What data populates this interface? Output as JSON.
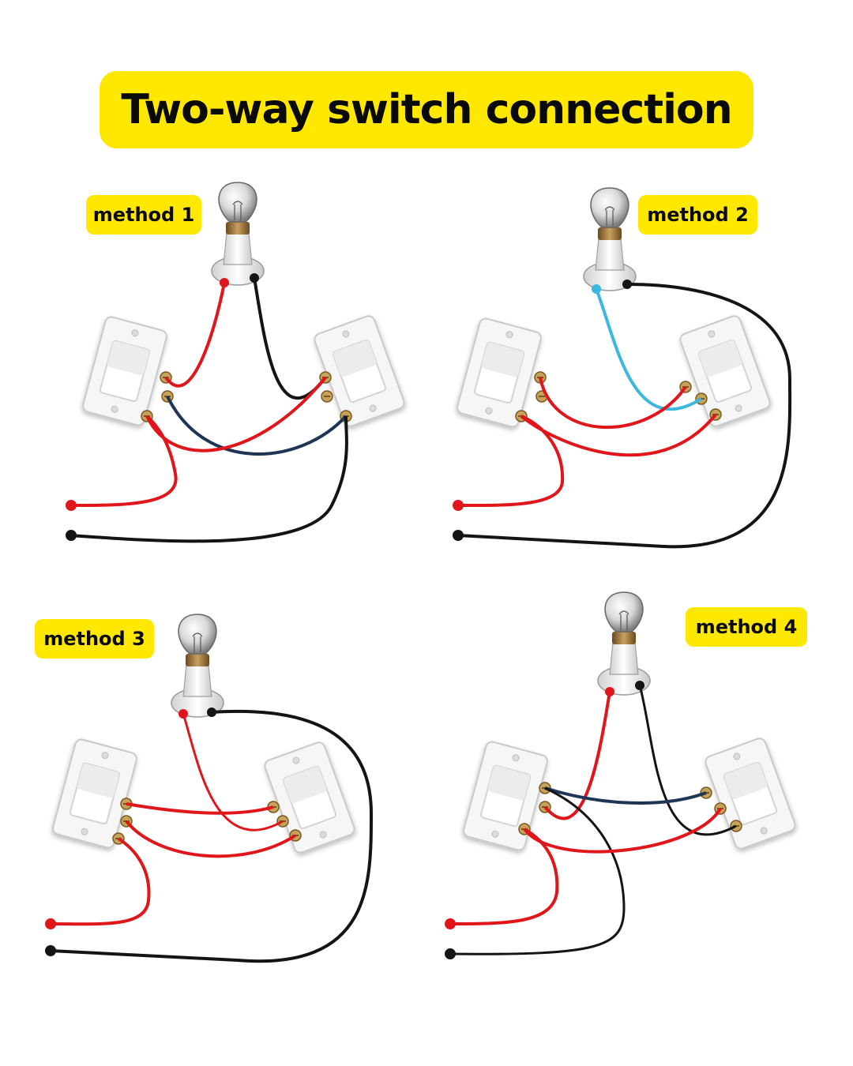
{
  "title": "Two-way switch connection",
  "methods": [
    {
      "label": "method 1"
    },
    {
      "label": "method 2"
    },
    {
      "label": "method 3"
    },
    {
      "label": "method 4"
    }
  ],
  "colors": {
    "banner": "#FFE800",
    "live_wire": "#E0161B",
    "neutral_wire": "#141414",
    "traveler_wire_blue": "#1E3556",
    "lamp_wire_cyan": "#3EB7DF"
  }
}
